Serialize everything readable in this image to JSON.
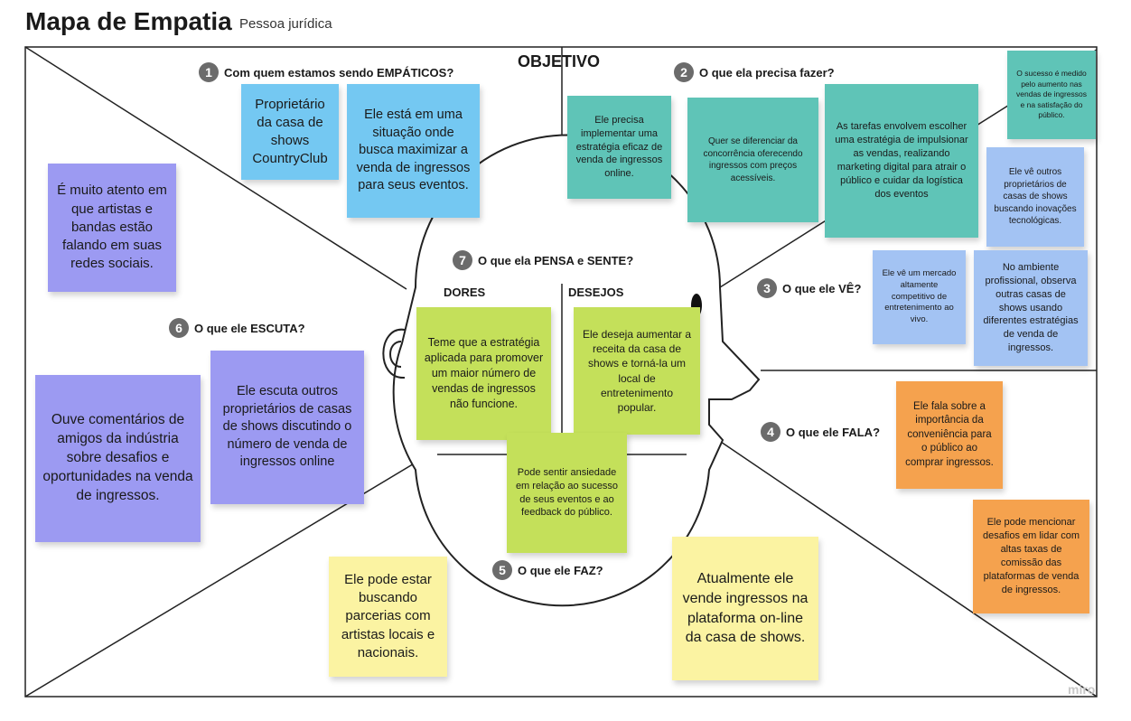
{
  "header": {
    "title": "Mapa de Empatia",
    "subtitle": "Pessoa jurídica"
  },
  "objective_label": "OBJETIVO",
  "sections": [
    {
      "num": "1",
      "label": "Com quem estamos sendo EMPÁTICOS?"
    },
    {
      "num": "2",
      "label": "O que ela precisa fazer?"
    },
    {
      "num": "3",
      "label": "O que ele VÊ?"
    },
    {
      "num": "4",
      "label": "O que ele FALA?"
    },
    {
      "num": "5",
      "label": "O que ele FAZ?"
    },
    {
      "num": "6",
      "label": "O que ele ESCUTA?"
    },
    {
      "num": "7",
      "label": "O que ela PENSA e SENTE?"
    }
  ],
  "columns": {
    "pains": "DORES",
    "desires": "DESEJOS"
  },
  "notes": {
    "owner": "Proprietário da casa de shows CountryClub",
    "situation": "Ele está em uma situação onde busca maximizar a venda de ingressos para seus eventos.",
    "need1": "Ele precisa implementar uma estratégia eficaz de venda de ingressos online.",
    "need2": "Quer se diferenciar da concorrência oferecendo ingressos com preços acessíveis.",
    "need3": "As tarefas envolvem escolher uma estratégia de impulsionar as vendas, realizando marketing digital para atrair o público e cuidar da logística dos eventos",
    "objective": "O sucesso é medido pelo aumento nas vendas de ingressos e na satisfação do público.",
    "see1": "Ele vê outros proprietários de casas de shows buscando inovações tecnológicas.",
    "see2": "Ele vê um mercado altamente competitivo de entretenimento ao vivo.",
    "see3": "No ambiente profissional, observa outras casas de shows usando diferentes estratégias de venda de ingressos.",
    "attentive": "É muito atento em que artistas e bandas estão falando em suas redes sociais.",
    "pain": "Teme que a estratégia aplicada para promover um maior número de vendas de ingressos não funcione.",
    "desire": "Ele deseja aumentar a receita da casa de shows e torná-la um local de entretenimento popular.",
    "anxiety": "Pode sentir ansiedade em relação ao sucesso de seus eventos e ao feedback do público.",
    "hear1": "Ouve comentários de amigos da indústria sobre desafios e oportunidades na venda de ingressos.",
    "hear2": "Ele escuta outros proprietários de casas de shows discutindo o número de venda de ingressos online",
    "say1": "Ele fala sobre a importância da conveniência para o público ao comprar ingressos.",
    "say2": "Ele pode mencionar desafios em lidar com altas taxas de comissão das plataformas de venda de ingressos.",
    "do1": "Ele pode estar buscando parcerias com artistas locais e nacionais.",
    "do2": "Atualmente ele vende ingressos na plataforma on-line da casa de shows."
  },
  "watermark": "miro"
}
